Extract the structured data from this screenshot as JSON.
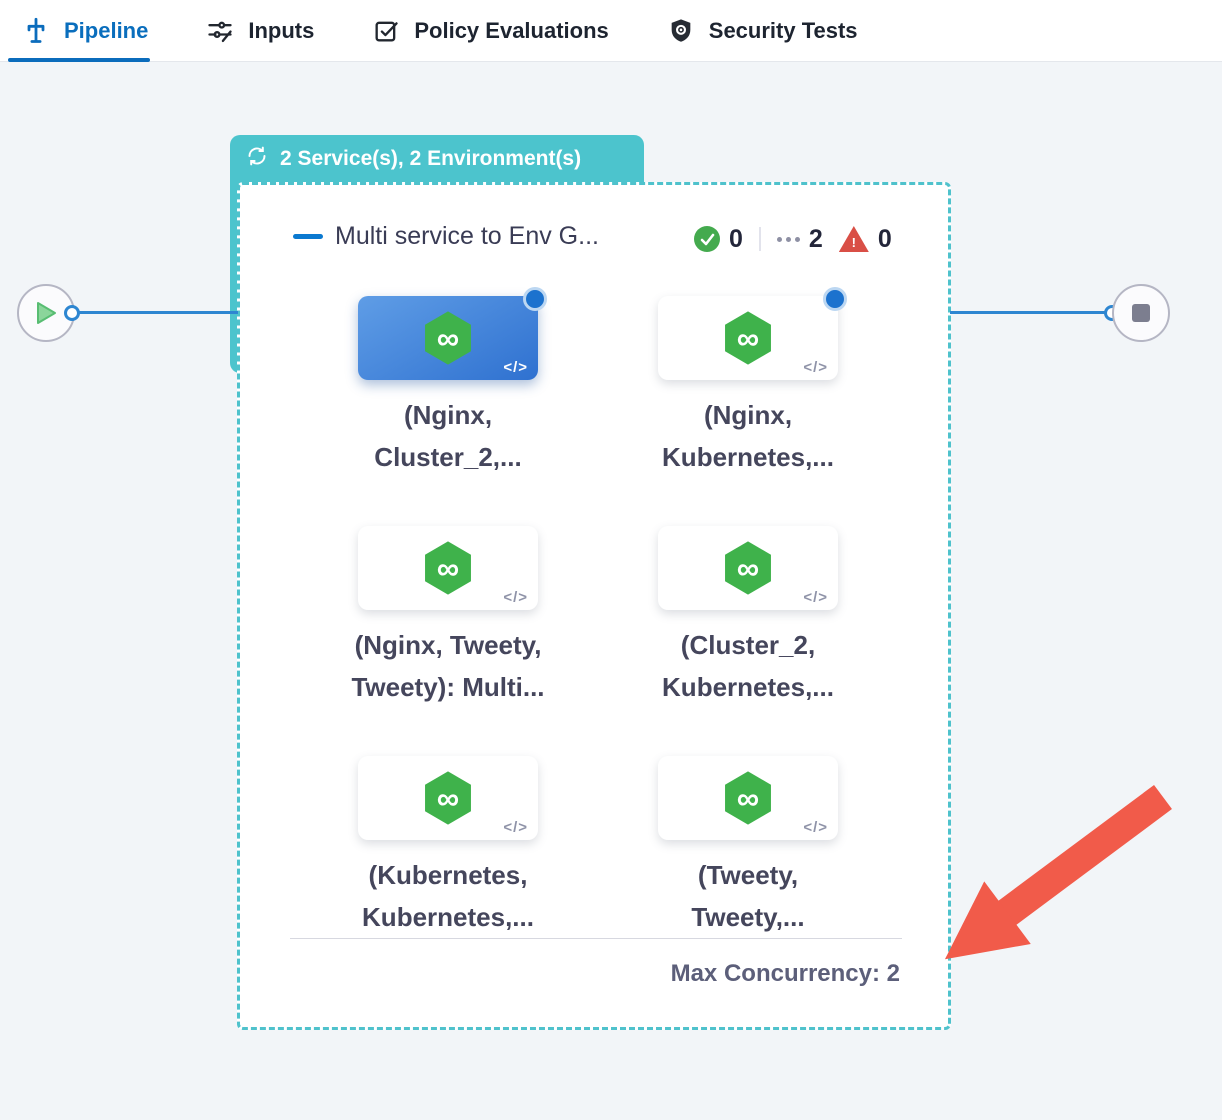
{
  "tabs": {
    "pipeline": "Pipeline",
    "inputs": "Inputs",
    "policy": "Policy Evaluations",
    "security": "Security Tests"
  },
  "group": {
    "badge_label": "2 Service(s), 2 Environment(s)",
    "title": "Multi service to Env G...",
    "status_success": "0",
    "status_pending": "2",
    "status_failed": "0",
    "failed_mark": "!",
    "max_concurrency": "Max Concurrency: 2"
  },
  "stages": [
    {
      "line1": "(Nginx,",
      "line2": "Cluster_2,..."
    },
    {
      "line1": "(Nginx,",
      "line2": "Kubernetes,..."
    },
    {
      "line1": "(Nginx, Tweety,",
      "line2": "Tweety): Multi..."
    },
    {
      "line1": "(Cluster_2,",
      "line2": "Kubernetes,..."
    },
    {
      "line1": "(Kubernetes,",
      "line2": "Kubernetes,..."
    },
    {
      "line1": "(Tweety,",
      "line2": "Tweety,..."
    }
  ],
  "icons": {
    "code_glyph": "</>",
    "infinity_glyph": "∞"
  },
  "colors": {
    "accent_blue": "#0b6cbc",
    "teal": "#4cc4cd",
    "service_green": "#3fb24b",
    "success_green": "#44aa4e",
    "fail_red": "#d94f46",
    "arrow_red": "#f15b4a"
  }
}
